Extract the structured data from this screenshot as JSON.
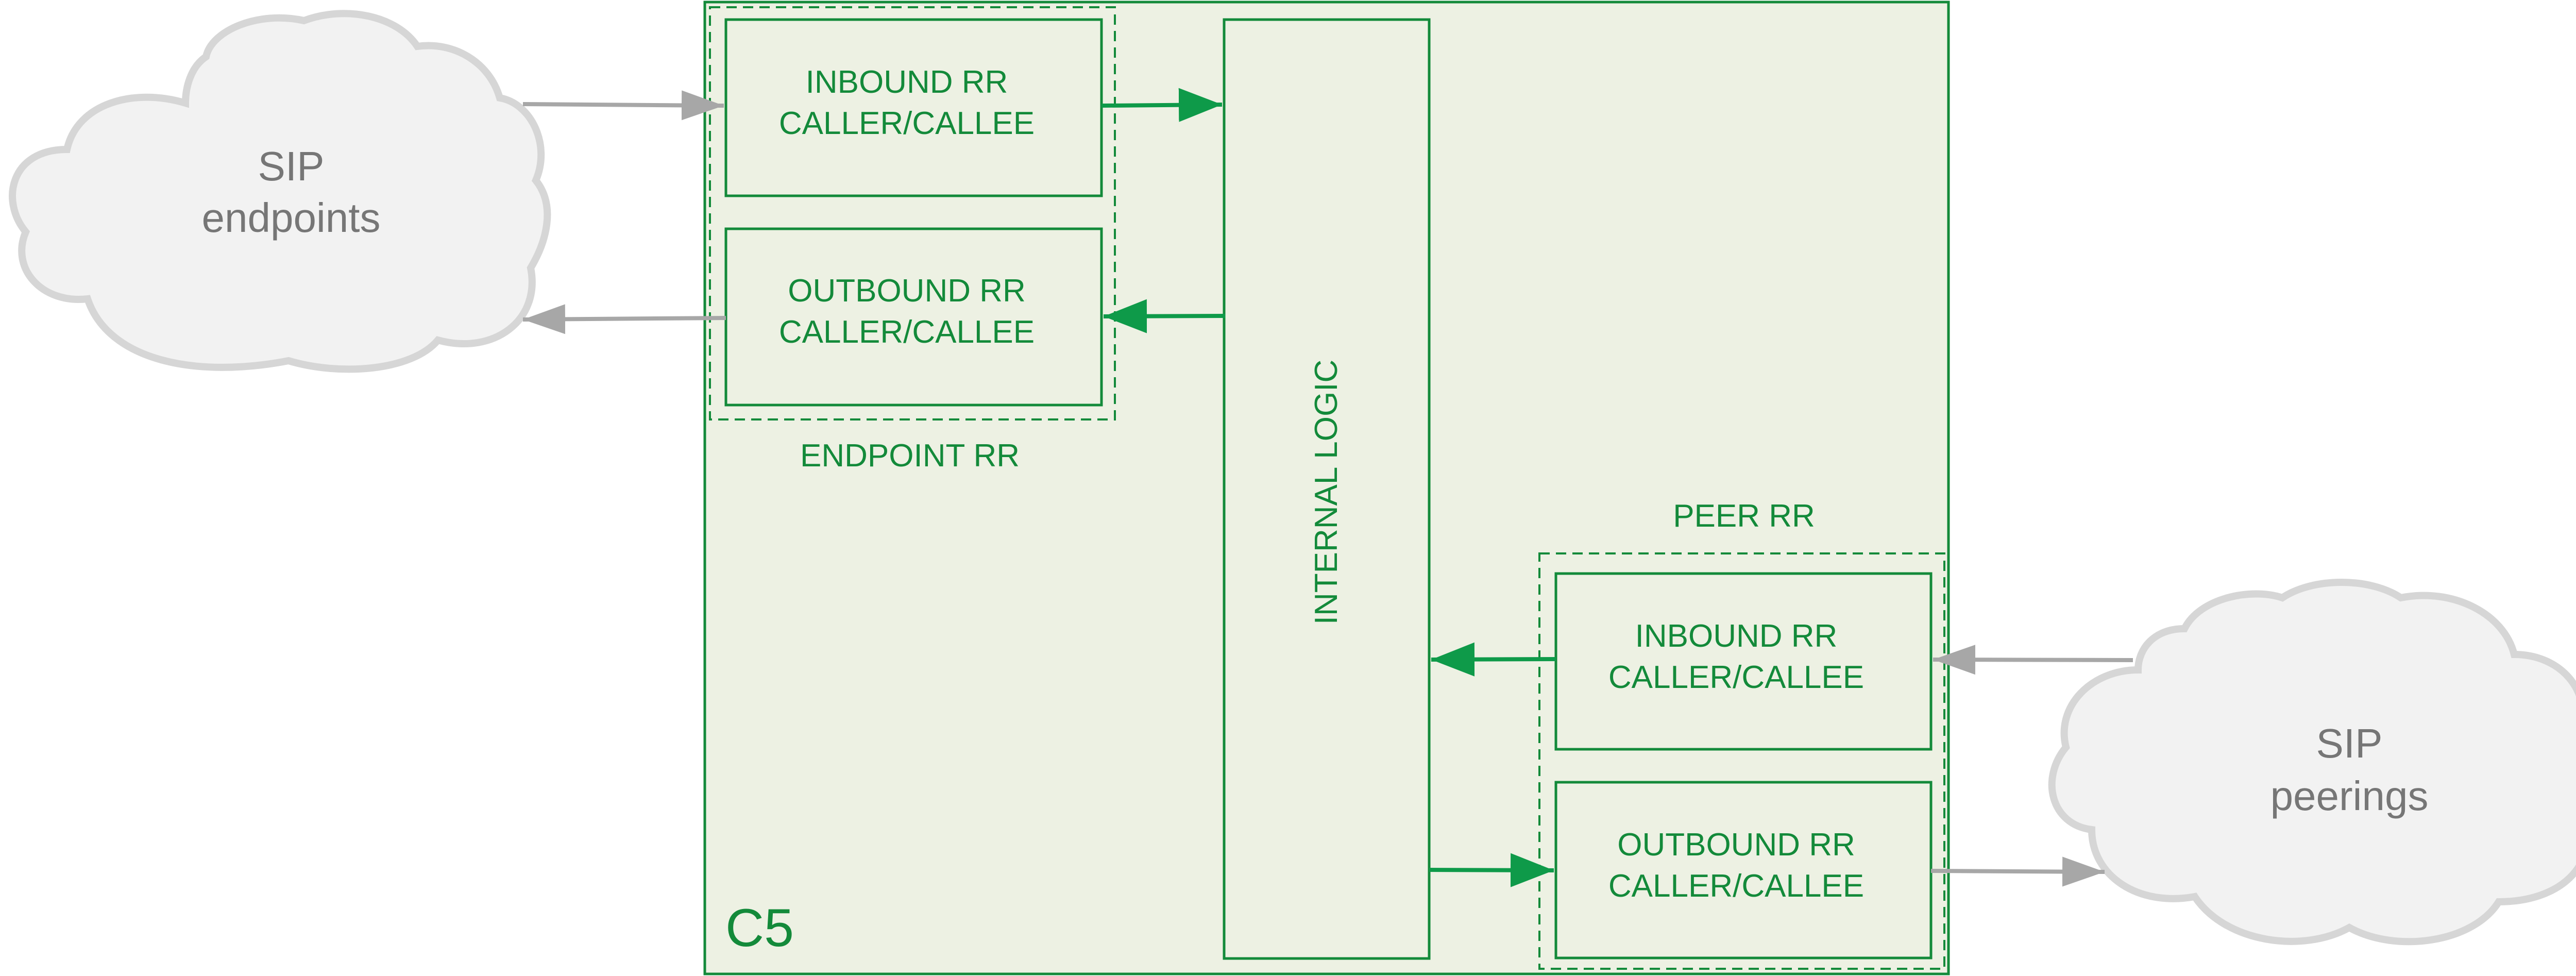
{
  "colors": {
    "green": "#138a3a",
    "green_arrow": "#0e9a49",
    "panel_fill": "#edf1e3",
    "cloud_fill": "#f2f2f2",
    "cloud_stroke": "#d6d6d6",
    "cloud_text": "#767676",
    "grey_arrow": "#a7a7a7"
  },
  "clouds": {
    "endpoints": {
      "line1": "SIP",
      "line2": "endpoints"
    },
    "peerings": {
      "line1": "SIP",
      "line2": "peerings"
    }
  },
  "system": {
    "name": "C5"
  },
  "internal_logic": {
    "label": "INTERNAL LOGIC"
  },
  "endpoint_rr": {
    "label": "ENDPOINT RR",
    "inbound": {
      "line1": "INBOUND RR",
      "line2": "CALLER/CALLEE"
    },
    "outbound": {
      "line1": "OUTBOUND RR",
      "line2": "CALLER/CALLEE"
    }
  },
  "peer_rr": {
    "label": "PEER RR",
    "inbound": {
      "line1": "INBOUND RR",
      "line2": "CALLER/CALLEE"
    },
    "outbound": {
      "line1": "OUTBOUND RR",
      "line2": "CALLER/CALLEE"
    }
  },
  "icons": {
    "cloud": "cloud-shape",
    "arrow": "arrow-right"
  }
}
